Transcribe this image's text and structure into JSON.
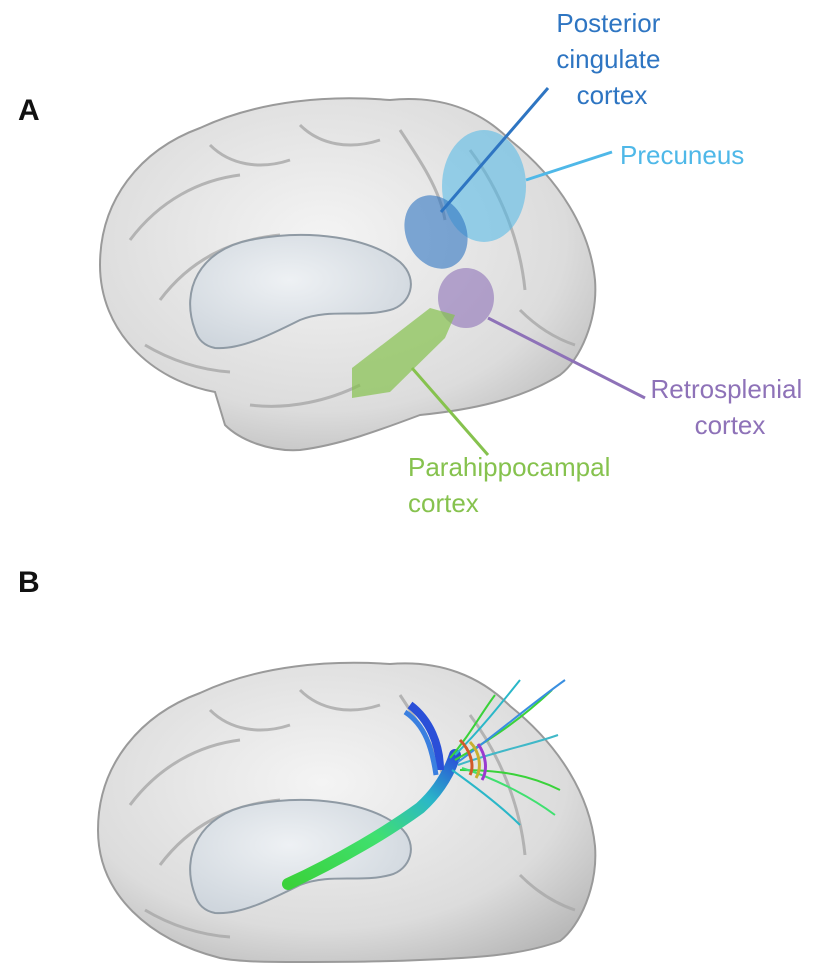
{
  "panels": [
    {
      "letter": "A"
    },
    {
      "letter": "B"
    }
  ],
  "regions": [
    {
      "key": "pcc",
      "lines": [
        "Posterior",
        "cingulate",
        "cortex"
      ],
      "color": "#2E75C2"
    },
    {
      "key": "prec",
      "lines": [
        "Precuneus"
      ],
      "color": "#4FB8E8"
    },
    {
      "key": "rsc",
      "lines": [
        "Retrosplenial",
        "cortex"
      ],
      "color": "#8E72B8"
    },
    {
      "key": "phc",
      "lines": [
        "Parahippocampal",
        "cortex"
      ],
      "color": "#86C24E"
    }
  ]
}
